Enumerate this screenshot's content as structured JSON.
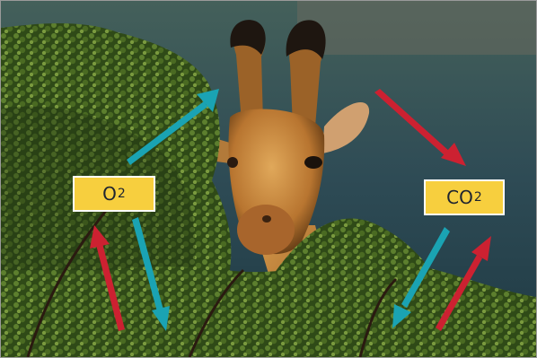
{
  "labels": {
    "oxygen": {
      "base": "O",
      "sub": "2"
    },
    "carbon_dioxide": {
      "base": "CO",
      "sub": "2"
    }
  },
  "colors": {
    "label_fill": "#f7cf3e",
    "oxygen_arrow": "#1aa3b3",
    "carbon_dioxide_arrow": "#cc2131",
    "sky": "#34505a",
    "foliage": "#3d5a1e",
    "giraffe": "#c98a3b"
  }
}
